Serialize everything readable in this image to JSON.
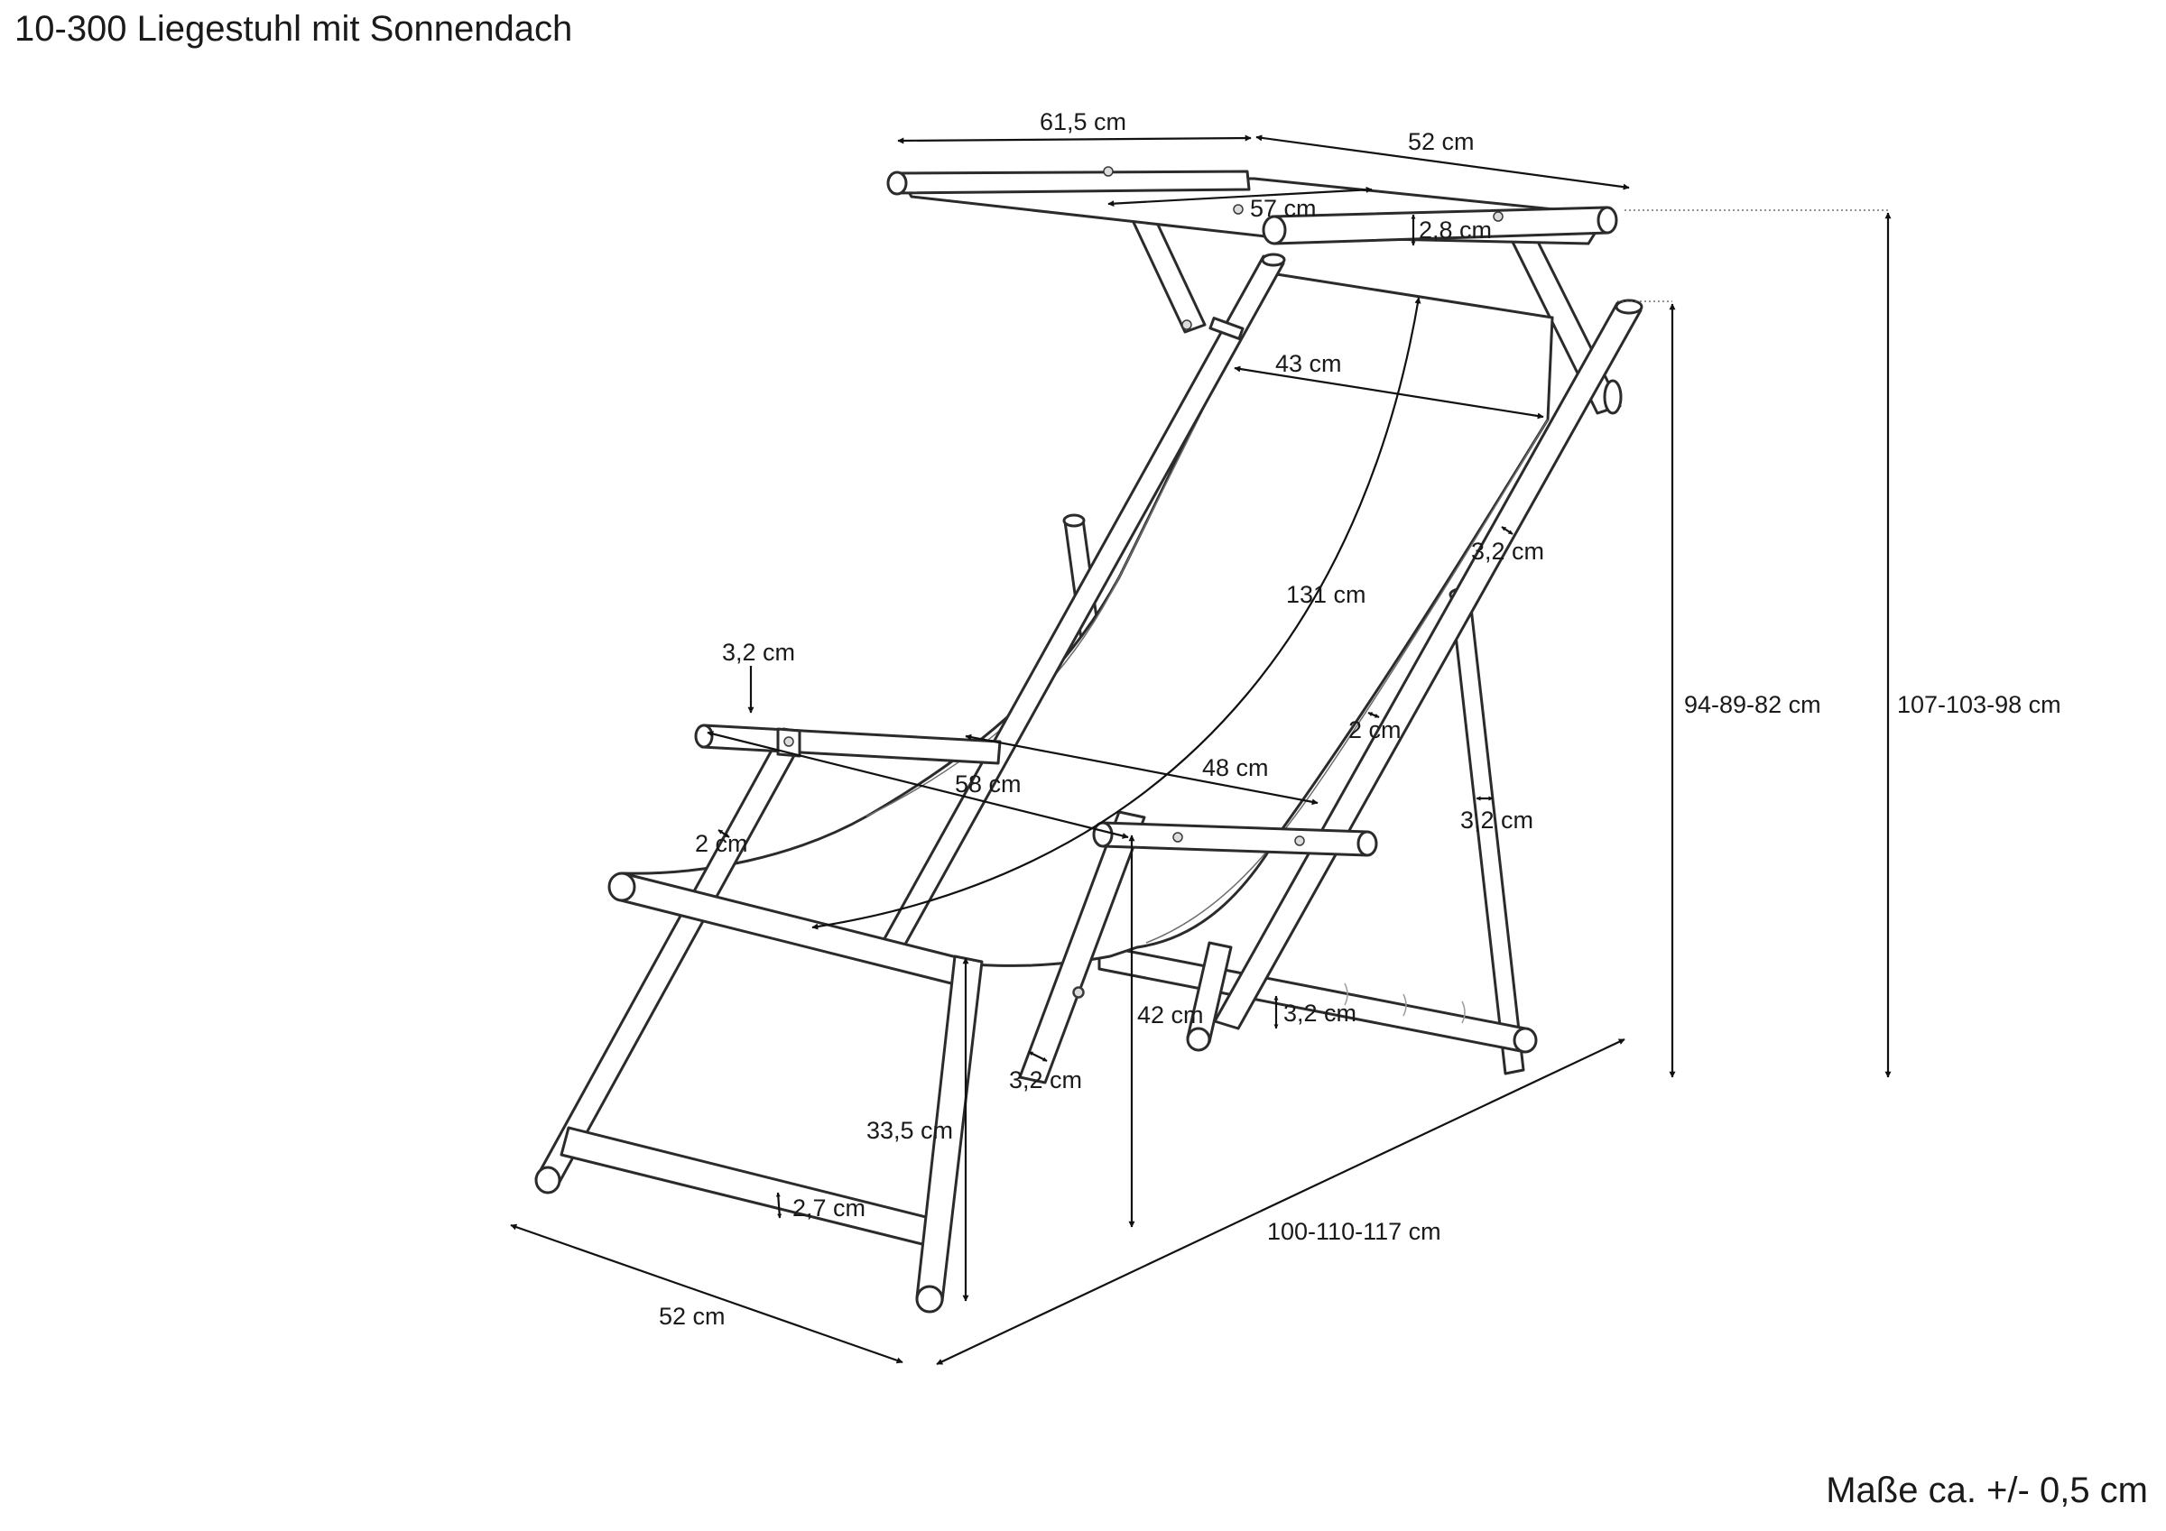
{
  "title": "10-300 Liegestuhl mit Sonnendach",
  "tolerance_note": "Maße ca. +/- 0,5 cm",
  "dimensions": {
    "canopy_length": "61,5 cm",
    "canopy_depth": "52 cm",
    "canopy_inner": "57 cm",
    "canopy_bar": "2,8 cm",
    "seat_width": "43 cm",
    "fabric_length": "131 cm",
    "back_frame": "3,2 cm",
    "armrest_thickness": "3,2 cm",
    "fabric_gap_right": "2 cm",
    "inner_width": "48 cm",
    "armrest_length": "58 cm",
    "rear_leg": "3,2 cm",
    "fabric_gap_left": "2 cm",
    "armrest_height": "42 cm",
    "crossbar": "3,2 cm",
    "front_leg": "3,2 cm",
    "seat_height": "33,5 cm",
    "foot_bar": "2,7 cm",
    "height_no_canopy": "94-89-82 cm",
    "height_with_canopy": "107-103-98 cm",
    "total_length": "100-110-117 cm",
    "base_width": "52 cm"
  }
}
